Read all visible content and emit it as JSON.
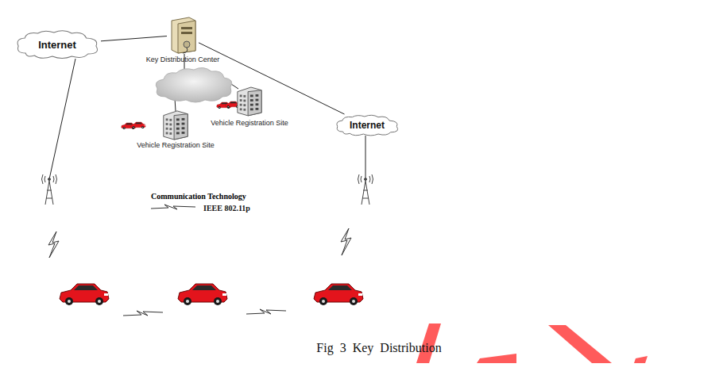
{
  "diagram": {
    "caption": "Fig 3 Key Distribution",
    "nodes": [
      {
        "text": [
          "Internet"
        ]
      },
      {
        "text": [
          "Key Distribution Center"
        ]
      },
      {
        "text": [
          "Vehicle Registration Site"
        ]
      },
      {
        "text": [
          "Vehicle Registration Site"
        ]
      },
      {
        "text": [
          "Internet"
        ]
      }
    ],
    "edges": [
      {
        "from": 0,
        "to": 1,
        "arrow": "none"
      },
      {
        "from": 1,
        "to": 4,
        "arrow": "none"
      }
    ],
    "labels": [
      "Communication Technology"
    ],
    "legend": [
      {
        "text": "IEEE 802.11p"
      }
    ]
  }
}
